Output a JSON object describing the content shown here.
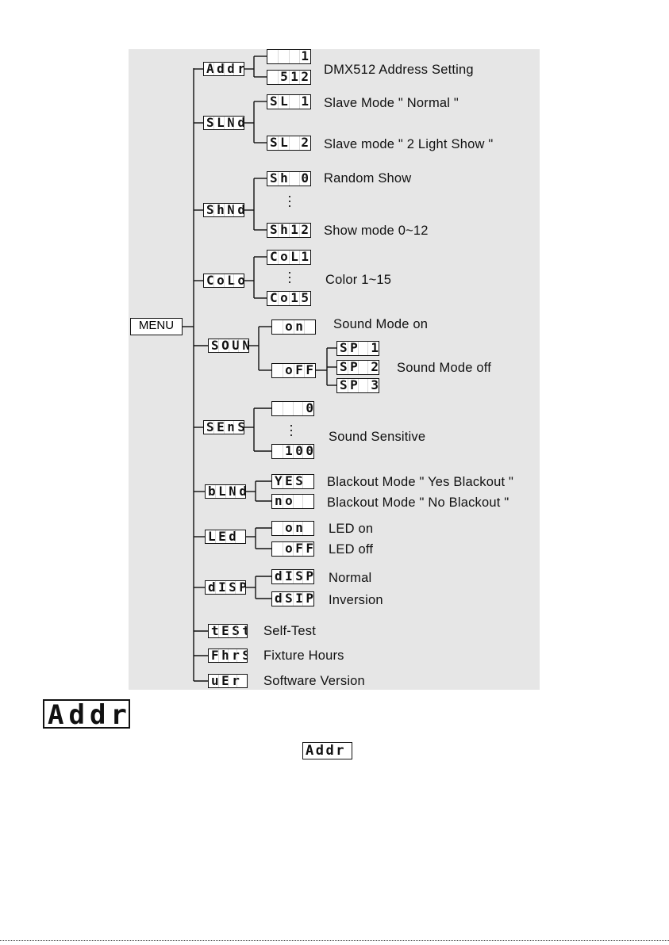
{
  "menu_label": "MENU",
  "items": [
    {
      "code": "Addr",
      "options": [
        {
          "code": "   1"
        },
        {
          "code": " 512"
        }
      ],
      "desc": "DMX512 Address Setting"
    },
    {
      "code": "SLNd",
      "options": [
        {
          "code": "SL 1",
          "desc": "Slave Mode \" Normal \""
        },
        {
          "code": "SL 2",
          "desc": "Slave mode \" 2 Light Show \""
        }
      ]
    },
    {
      "code": "ShNd",
      "options": [
        {
          "code": "Sh 0",
          "desc": "Random Show"
        },
        {
          "code": "Sh12",
          "desc": "Show mode 0~12"
        }
      ]
    },
    {
      "code": "CoLo",
      "options": [
        {
          "code": "CoL1"
        },
        {
          "code": "Co15"
        }
      ],
      "desc": "Color 1~15"
    },
    {
      "code": "SOUN",
      "options": [
        {
          "code": " on ",
          "desc": "Sound Mode on"
        },
        {
          "code": " oFF",
          "suboptions": [
            "SP 1",
            "SP 2",
            "SP 3"
          ],
          "desc": "Sound Mode off"
        }
      ]
    },
    {
      "code": "SEnS",
      "options": [
        {
          "code": "   0"
        },
        {
          "code": " 100"
        }
      ],
      "desc": "Sound  Sensitive"
    },
    {
      "code": "bLNd",
      "options": [
        {
          "code": "YES ",
          "desc": "Blackout Mode \" Yes Blackout \""
        },
        {
          "code": "no  ",
          "desc": "Blackout Mode \" No Blackout \""
        }
      ]
    },
    {
      "code": "LEd ",
      "options": [
        {
          "code": " on ",
          "desc": "LED on"
        },
        {
          "code": " oFF",
          "desc": "LED off"
        }
      ]
    },
    {
      "code": "dISP",
      "options": [
        {
          "code": "dISP",
          "desc": "Normal"
        },
        {
          "code": "dSIP",
          "desc": "Inversion"
        }
      ]
    },
    {
      "code": "tESt",
      "desc": "Self-Test"
    },
    {
      "code": "FhrS",
      "desc": "Fixture Hours"
    },
    {
      "code": "uEr ",
      "desc": "Software Version"
    }
  ],
  "heading_display": "Addr",
  "inline_display": "Addr"
}
